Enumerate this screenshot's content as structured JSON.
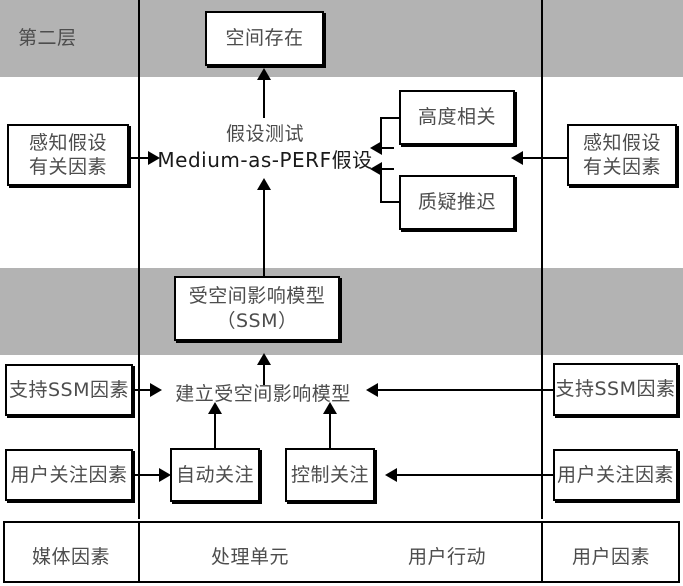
{
  "diagram": {
    "layer_label": "第二层",
    "top_node": "空间存在",
    "hypothesis_test": {
      "line1": "假设测试",
      "line2": "Medium-as-PERF假设"
    },
    "perceived_factors_left": "感知假设\n有关因素",
    "perceived_factors_right": "感知假设\n有关因素",
    "highly_relevant": "高度相关",
    "questioning_delay": "质疑推迟",
    "ssm_model": "受空间影响模型\n（SSM）",
    "build_ssm": "建立受空间影响模型",
    "support_ssm_left": "支持SSM因素",
    "support_ssm_right": "支持SSM因素",
    "user_attention_left": "用户关注因素",
    "user_attention_right": "用户关注因素",
    "auto_attention": "自动关注",
    "control_attention": "控制关注",
    "footer": {
      "media_factors": "媒体因素",
      "processing_unit": "处理单元",
      "user_action": "用户行动",
      "user_factors": "用户因素"
    }
  },
  "colors": {
    "band": "#b3b3b3",
    "stroke": "#000000",
    "text": "#4d4d4d",
    "background": "#ffffff"
  }
}
